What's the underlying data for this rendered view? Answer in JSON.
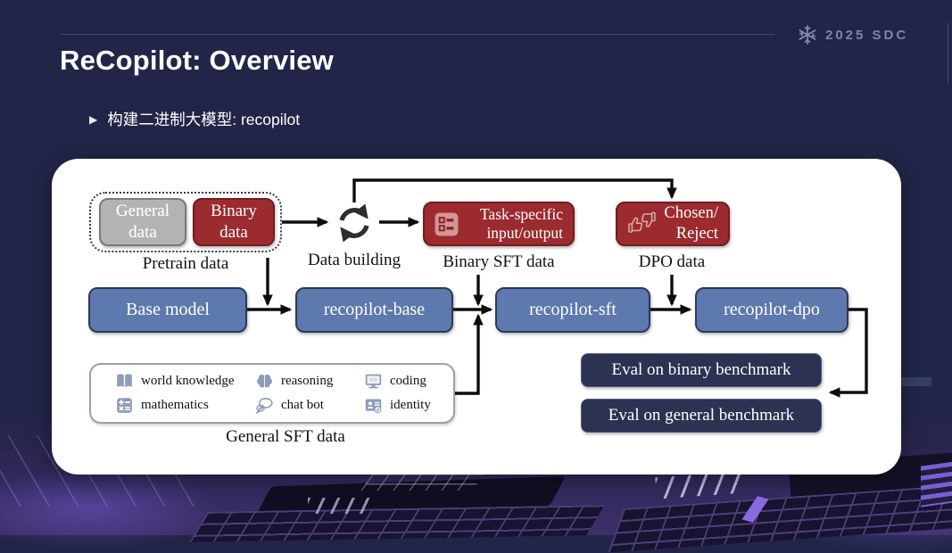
{
  "header": {
    "logo": {
      "icon": "snowflake-icon",
      "text": "2025 SDC"
    },
    "title": "ReCopilot: Overview",
    "bullet": {
      "marker": "▶",
      "text": "构建二进制大模型: recopilot"
    }
  },
  "colors": {
    "background": "#232548",
    "panel": "#ffffff",
    "red_box": "#9c2b2f",
    "blue_box": "#5d79ad",
    "navy_box": "#2d3152",
    "gray_box": "#b3b3b3",
    "icon_blue": "#8d9cb8"
  },
  "diagram": {
    "pretrain": {
      "general_box": "General\ndata",
      "binary_box": "Binary\ndata",
      "caption": "Pretrain data"
    },
    "data_building": {
      "icon": "cycle-icon",
      "caption": "Data building"
    },
    "binary_sft": {
      "icon": "form-icon",
      "box_label": "Task-specific\ninput/output",
      "caption": "Binary SFT data"
    },
    "dpo": {
      "icon": "thumbs-up-down-icon",
      "box_label": "Chosen/\nReject",
      "caption": "DPO data"
    },
    "models": [
      "Base model",
      "recopilot-base",
      "recopilot-sft",
      "recopilot-dpo"
    ],
    "general_sft": {
      "caption": "General SFT data",
      "items": [
        {
          "icon": "book-icon",
          "label": "world knowledge"
        },
        {
          "icon": "brain-icon",
          "label": "reasoning"
        },
        {
          "icon": "coding-icon",
          "label": "coding"
        },
        {
          "icon": "calculator-icon",
          "label": "mathematics"
        },
        {
          "icon": "chat-icon",
          "label": "chat bot"
        },
        {
          "icon": "identity-icon",
          "label": "identity"
        }
      ]
    },
    "evals": [
      "Eval on binary benchmark",
      "Eval on general benchmark"
    ]
  }
}
